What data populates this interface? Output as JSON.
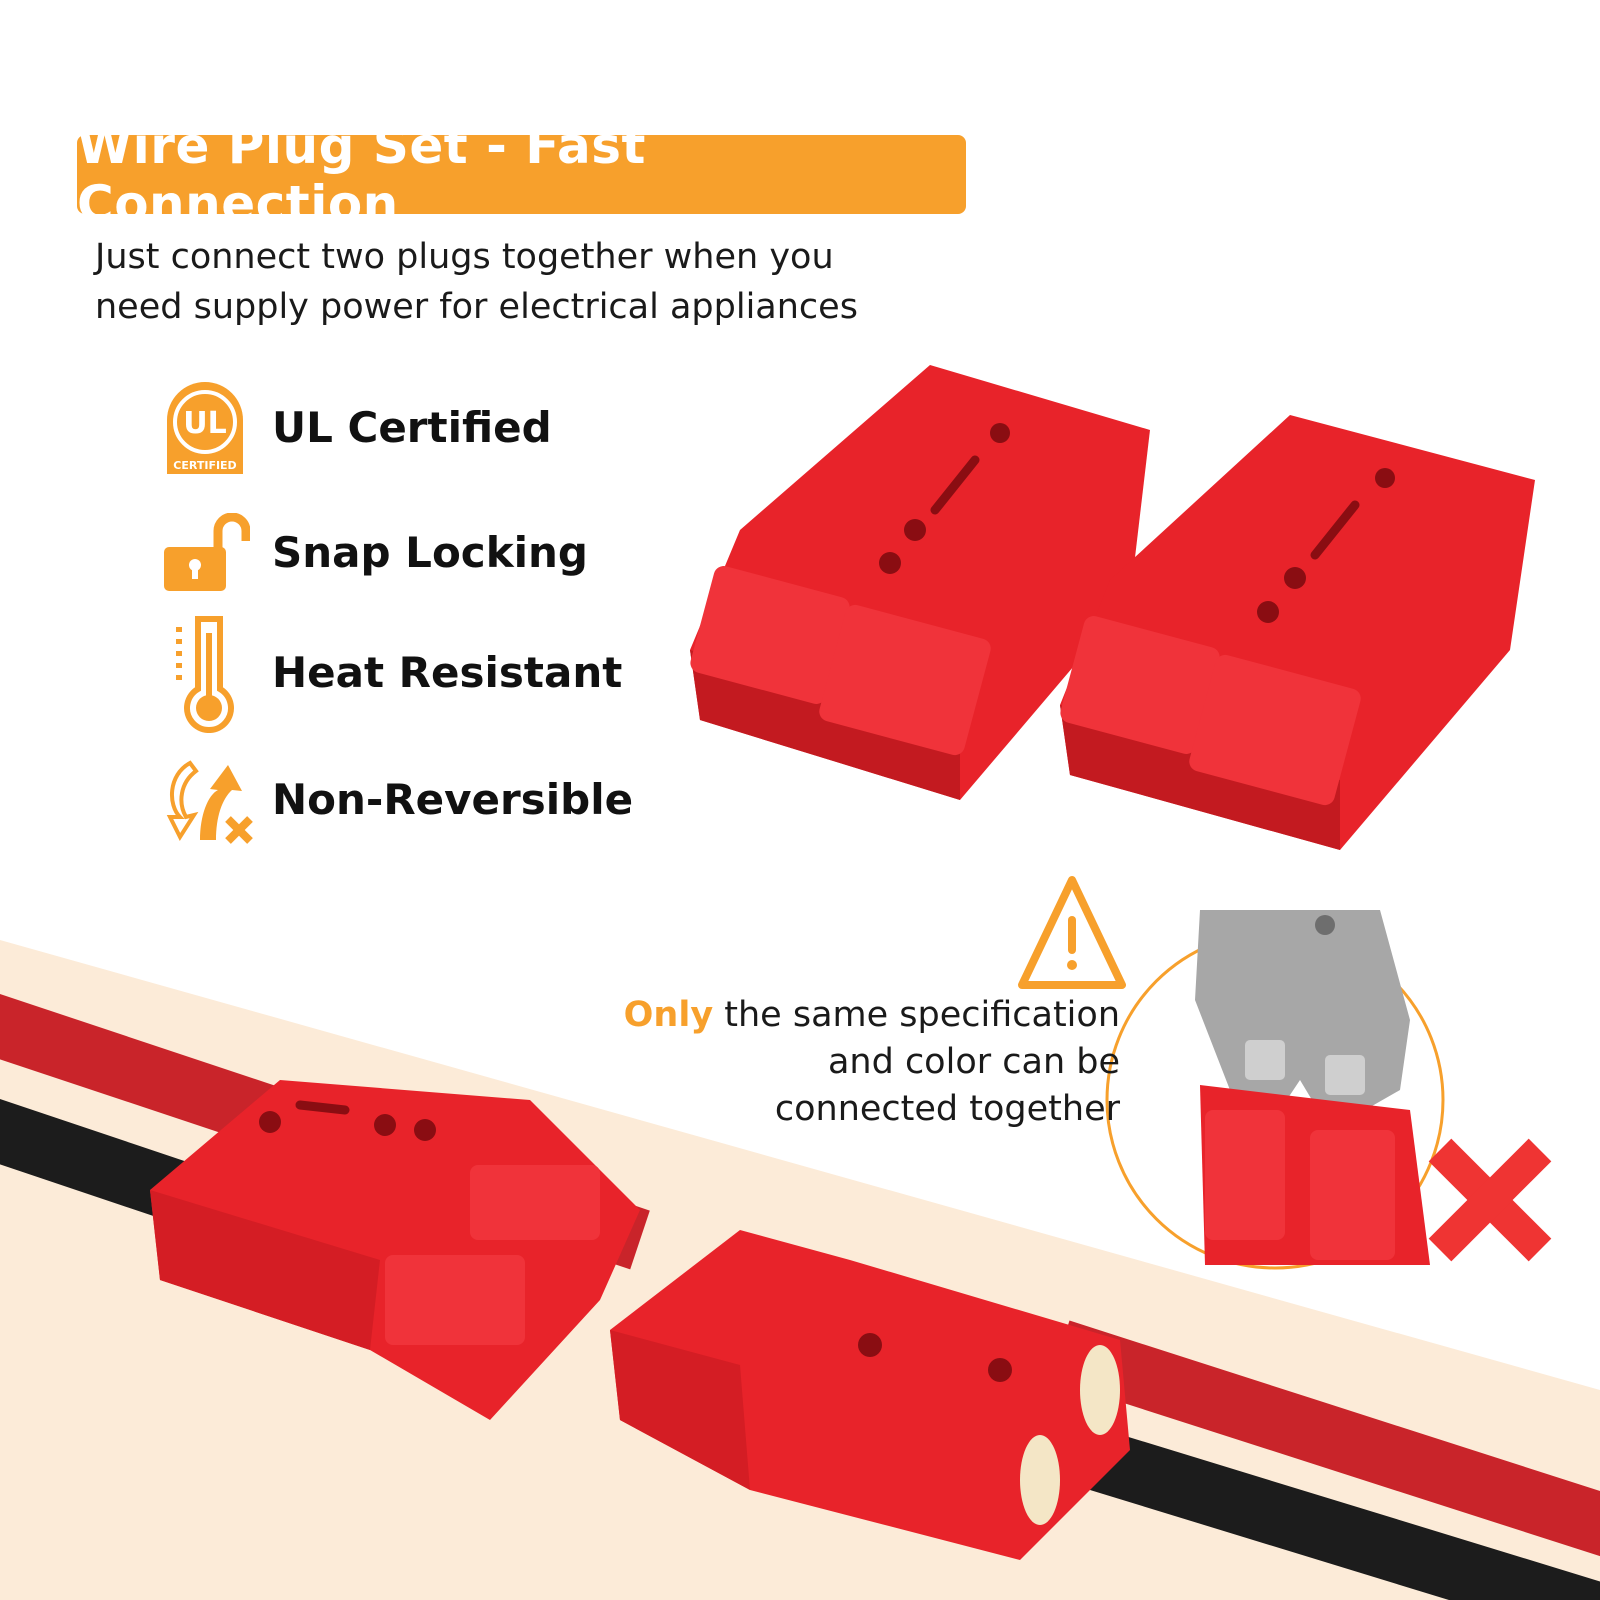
{
  "header": {
    "title": "Wire Plug Set - Fast Connection",
    "description_lines": [
      "Just connect two plugs together when you",
      "need supply power for electrical appliances"
    ]
  },
  "features": [
    {
      "label": "UL Certified",
      "icon": "ul-certified-icon",
      "badge_text": "CERTIFIED"
    },
    {
      "label": "Snap Locking",
      "icon": "unlocked-padlock-icon"
    },
    {
      "label": "Heat Resistant",
      "icon": "thermometer-icon"
    },
    {
      "label": "Non-Reversible",
      "icon": "non-reversible-arrows-icon"
    }
  ],
  "warning": {
    "icon": "warning-triangle-icon",
    "highlight": "Only",
    "line1_rest": " the same specification",
    "line2": "and color can be",
    "line3": "connected together",
    "mismatch_icon": "red-x-icon"
  },
  "colors": {
    "accent": "#f7a02c",
    "connector_red": "#e8232a",
    "background_peach": "#fcebd8",
    "mismatch_grey": "#a7a7a7"
  }
}
